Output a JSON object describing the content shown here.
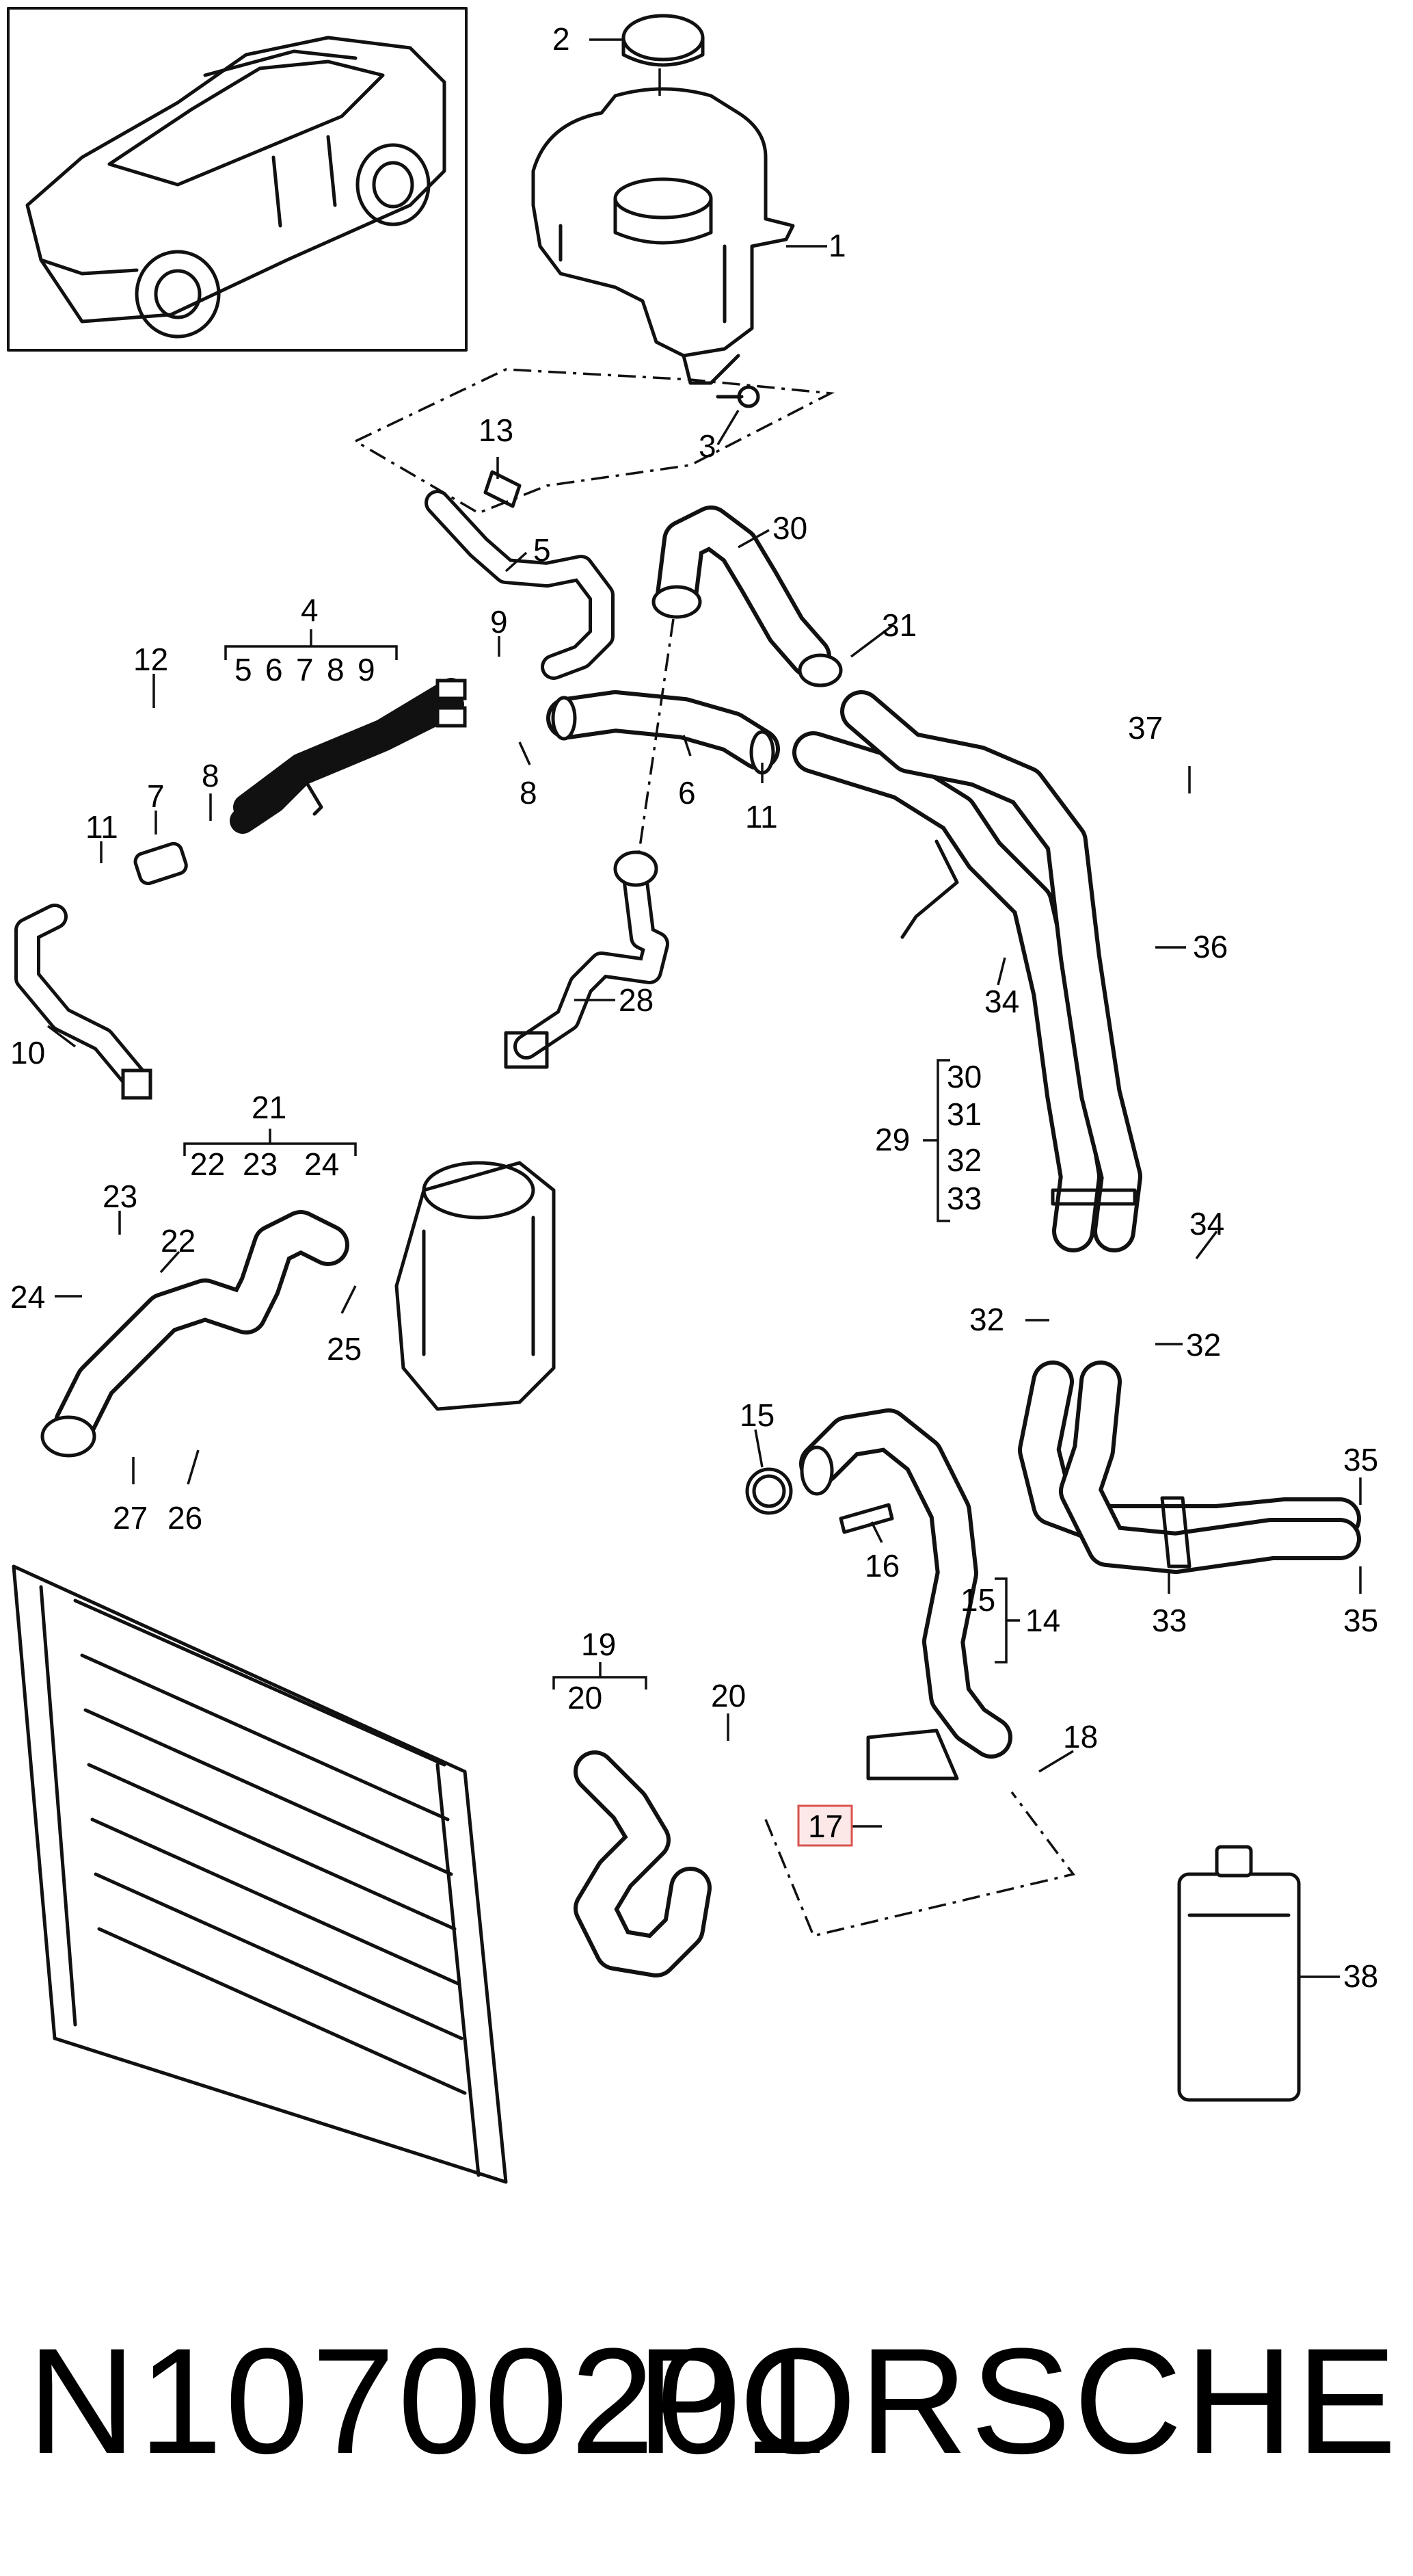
{
  "callouts": {
    "c1": "1",
    "c2": "2",
    "c3": "3",
    "c4": "4",
    "c4a": "5",
    "c4b": "6",
    "c4c": "7",
    "c4d": "8",
    "c4e": "9",
    "c5": "5",
    "c6": "6",
    "c7": "7",
    "c8a": "8",
    "c8b": "8",
    "c9": "9",
    "c10": "10",
    "c11a": "11",
    "c11b": "11",
    "c12": "12",
    "c13": "13",
    "c14": "14",
    "c15a": "15",
    "c15b": "15",
    "c16": "16",
    "c17": "17",
    "c18": "18",
    "c19": "19",
    "c19a": "20",
    "c20": "20",
    "c21": "21",
    "c21a": "22",
    "c21b": "23",
    "c21c": "24",
    "c22": "22",
    "c23": "23",
    "c24": "24",
    "c25": "25",
    "c26": "26",
    "c27": "27",
    "c28": "28",
    "c29": "29",
    "c29a": "30",
    "c29b": "31",
    "c29c": "32",
    "c29d": "33",
    "c30": "30",
    "c31": "31",
    "c32a": "32",
    "c32b": "32",
    "c33": "33",
    "c34a": "34",
    "c34b": "34",
    "c35a": "35",
    "c35b": "35",
    "c36": "36",
    "c37": "37",
    "c38": "38"
  },
  "highlight": {
    "callout": "17",
    "color": "#d9534f",
    "background": "#fde8e8"
  },
  "footer": {
    "part_number": "N10700201",
    "brand": "PORSCHE"
  }
}
